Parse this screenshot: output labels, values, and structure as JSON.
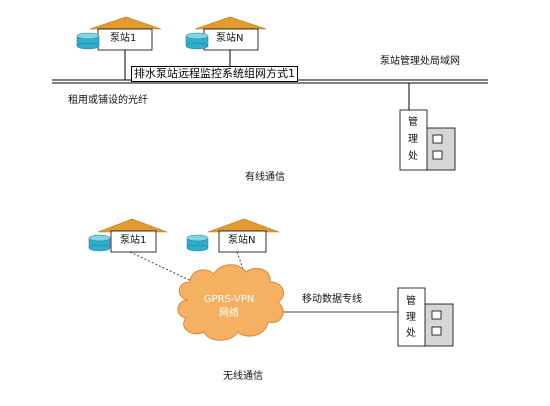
{
  "wired": {
    "station_1": "泵站1",
    "station_n": "泵站N",
    "title": "排水泵站远程监控系统组网方式1",
    "lan_label": "泵站管理处局域网",
    "fiber_label": "租用或铺设的光纤",
    "office_chars": [
      "管",
      "理",
      "处"
    ],
    "caption": "有线通信"
  },
  "wireless": {
    "station_1": "泵站1",
    "station_n": "泵站N",
    "cloud_line1": "GPRS-VPN",
    "cloud_line2": "网络",
    "link_label": "移动数据专线",
    "office_chars": [
      "管",
      "理",
      "处"
    ],
    "caption": "无线通信"
  },
  "colors": {
    "roof": "#e39a2e",
    "tank": "#2eaecb",
    "cloud": "#f5b062",
    "cloud_edge": "#d9893a",
    "office_fill": "#d6d6d6"
  }
}
